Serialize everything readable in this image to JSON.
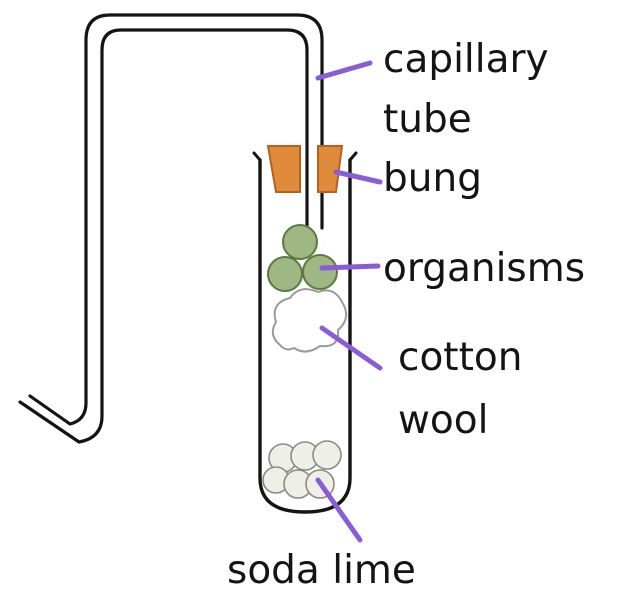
{
  "diagram": {
    "labels": {
      "capillary_line1": "capillary",
      "capillary_line2": "tube",
      "bung": "bung",
      "organisms": "organisms",
      "cotton_line1": "cotton",
      "cotton_line2": "wool",
      "soda_lime": "soda lime"
    },
    "colors": {
      "outline": "#141414",
      "bung_fill": "#e08a3c",
      "bung_stroke": "#b5621f",
      "organism_fill": "#9fb782",
      "organism_stroke": "#5b7a3f",
      "cotton_fill": "#ffffff",
      "cotton_stroke": "#9a9a9a",
      "soda_lime_fill": "#eef0e8",
      "soda_lime_stroke": "#8a8a80",
      "pointer_line": "#8a5cd6"
    }
  }
}
